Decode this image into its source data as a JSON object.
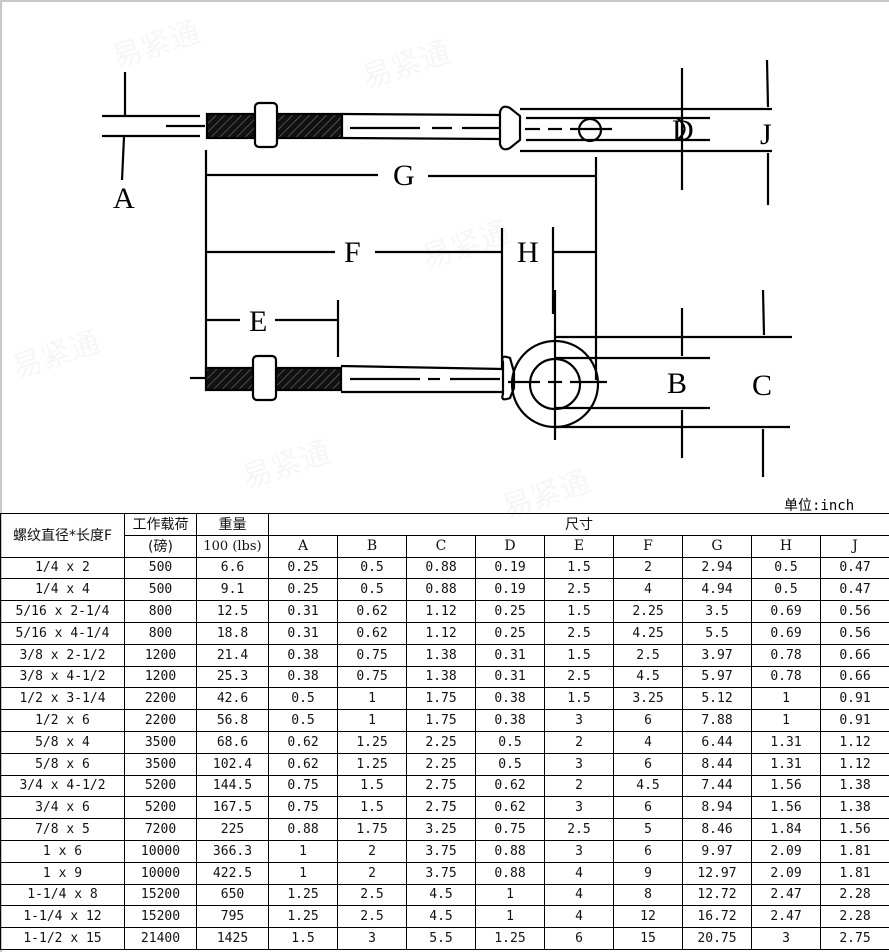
{
  "diagram": {
    "title": "Eye bolt dimension diagram",
    "labels": {
      "A": "A",
      "B": "B",
      "C": "C",
      "D": "D",
      "E": "E",
      "F": "F",
      "G": "G",
      "H": "H",
      "J": "J"
    }
  },
  "table": {
    "unit_label": "单位:inch",
    "headers": {
      "thread": "螺纹直径*长度F",
      "load": "工作载荷",
      "load_unit": "(磅)",
      "weight": "重量",
      "weight_unit": "100 (lbs)",
      "dimensions": "尺寸",
      "dim_cols": [
        "A",
        "B",
        "C",
        "D",
        "E",
        "F",
        "G",
        "H",
        "J"
      ]
    },
    "rows": [
      [
        "1/4 x 2",
        "500",
        "6.6",
        "0.25",
        "0.5",
        "0.88",
        "0.19",
        "1.5",
        "2",
        "2.94",
        "0.5",
        "0.47"
      ],
      [
        "1/4 x 4",
        "500",
        "9.1",
        "0.25",
        "0.5",
        "0.88",
        "0.19",
        "2.5",
        "4",
        "4.94",
        "0.5",
        "0.47"
      ],
      [
        "5/16 x 2-1/4",
        "800",
        "12.5",
        "0.31",
        "0.62",
        "1.12",
        "0.25",
        "1.5",
        "2.25",
        "3.5",
        "0.69",
        "0.56"
      ],
      [
        "5/16 x 4-1/4",
        "800",
        "18.8",
        "0.31",
        "0.62",
        "1.12",
        "0.25",
        "2.5",
        "4.25",
        "5.5",
        "0.69",
        "0.56"
      ],
      [
        "3/8 x 2-1/2",
        "1200",
        "21.4",
        "0.38",
        "0.75",
        "1.38",
        "0.31",
        "1.5",
        "2.5",
        "3.97",
        "0.78",
        "0.66"
      ],
      [
        "3/8 x 4-1/2",
        "1200",
        "25.3",
        "0.38",
        "0.75",
        "1.38",
        "0.31",
        "2.5",
        "4.5",
        "5.97",
        "0.78",
        "0.66"
      ],
      [
        "1/2 x 3-1/4",
        "2200",
        "42.6",
        "0.5",
        "1",
        "1.75",
        "0.38",
        "1.5",
        "3.25",
        "5.12",
        "1",
        "0.91"
      ],
      [
        "1/2 x 6",
        "2200",
        "56.8",
        "0.5",
        "1",
        "1.75",
        "0.38",
        "3",
        "6",
        "7.88",
        "1",
        "0.91"
      ],
      [
        "5/8 x 4",
        "3500",
        "68.6",
        "0.62",
        "1.25",
        "2.25",
        "0.5",
        "2",
        "4",
        "6.44",
        "1.31",
        "1.12"
      ],
      [
        "5/8 x 6",
        "3500",
        "102.4",
        "0.62",
        "1.25",
        "2.25",
        "0.5",
        "3",
        "6",
        "8.44",
        "1.31",
        "1.12"
      ],
      [
        "3/4 x 4-1/2",
        "5200",
        "144.5",
        "0.75",
        "1.5",
        "2.75",
        "0.62",
        "2",
        "4.5",
        "7.44",
        "1.56",
        "1.38"
      ],
      [
        "3/4 x 6",
        "5200",
        "167.5",
        "0.75",
        "1.5",
        "2.75",
        "0.62",
        "3",
        "6",
        "8.94",
        "1.56",
        "1.38"
      ],
      [
        "7/8 x 5",
        "7200",
        "225",
        "0.88",
        "1.75",
        "3.25",
        "0.75",
        "2.5",
        "5",
        "8.46",
        "1.84",
        "1.56"
      ],
      [
        "1 x 6",
        "10000",
        "366.3",
        "1",
        "2",
        "3.75",
        "0.88",
        "3",
        "6",
        "9.97",
        "2.09",
        "1.81"
      ],
      [
        "1 x 9",
        "10000",
        "422.5",
        "1",
        "2",
        "3.75",
        "0.88",
        "4",
        "9",
        "12.97",
        "2.09",
        "1.81"
      ],
      [
        "1-1/4 x 8",
        "15200",
        "650",
        "1.25",
        "2.5",
        "4.5",
        "1",
        "4",
        "8",
        "12.72",
        "2.47",
        "2.28"
      ],
      [
        "1-1/4 x 12",
        "15200",
        "795",
        "1.25",
        "2.5",
        "4.5",
        "1",
        "4",
        "12",
        "16.72",
        "2.47",
        "2.28"
      ],
      [
        "1-1/2 x 15",
        "21400",
        "1425",
        "1.5",
        "3",
        "5.5",
        "1.25",
        "6",
        "15",
        "20.75",
        "3",
        "2.75"
      ]
    ]
  }
}
